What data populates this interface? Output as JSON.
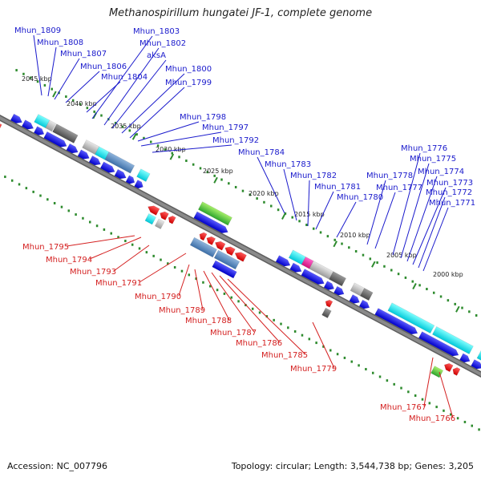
{
  "title": "Methanospirillum hungatei JF-1, complete genome",
  "footer": {
    "accession": "Accession: NC_007796",
    "summary": "Topology: circular; Length: 3,544,738 bp; Genes: 3,205"
  },
  "colors": {
    "forward_label": "#1a1acc",
    "reverse_label": "#d42020",
    "backbone": "#8a8a8a",
    "tick": "#2e8b2e"
  },
  "ticks": [
    "2045 kbp",
    "2040 kbp",
    "2035 kbp",
    "2030 kbp",
    "2025 kbp",
    "2020 kbp",
    "2015 kbp",
    "2010 kbp",
    "2005 kbp",
    "2000 kbp"
  ],
  "top_labels": [
    "Mhun_1809",
    "Mhun_1808",
    "Mhun_1807",
    "Mhun_1806",
    "Mhun_1804",
    "Mhun_1803",
    "Mhun_1802",
    "aksA",
    "Mhun_1800",
    "Mhun_1799",
    "Mhun_1798",
    "Mhun_1797",
    "Mhun_1792",
    "Mhun_1784",
    "Mhun_1783",
    "Mhun_1782",
    "Mhun_1781",
    "Mhun_1780",
    "Mhun_1778",
    "Mhun_1777",
    "Mhun_1776",
    "Mhun_1775",
    "Mhun_1774",
    "Mhun_1773",
    "Mhun_1772",
    "Mhun_1771"
  ],
  "bottom_labels": [
    "Mhun_1795",
    "Mhun_1794",
    "Mhun_1793",
    "Mhun_1791",
    "Mhun_1790",
    "Mhun_1789",
    "Mhun_1788",
    "Mhun_1787",
    "Mhun_1786",
    "Mhun_1785",
    "Mhun_1779",
    "Mhun_1767",
    "Mhun_1766"
  ]
}
